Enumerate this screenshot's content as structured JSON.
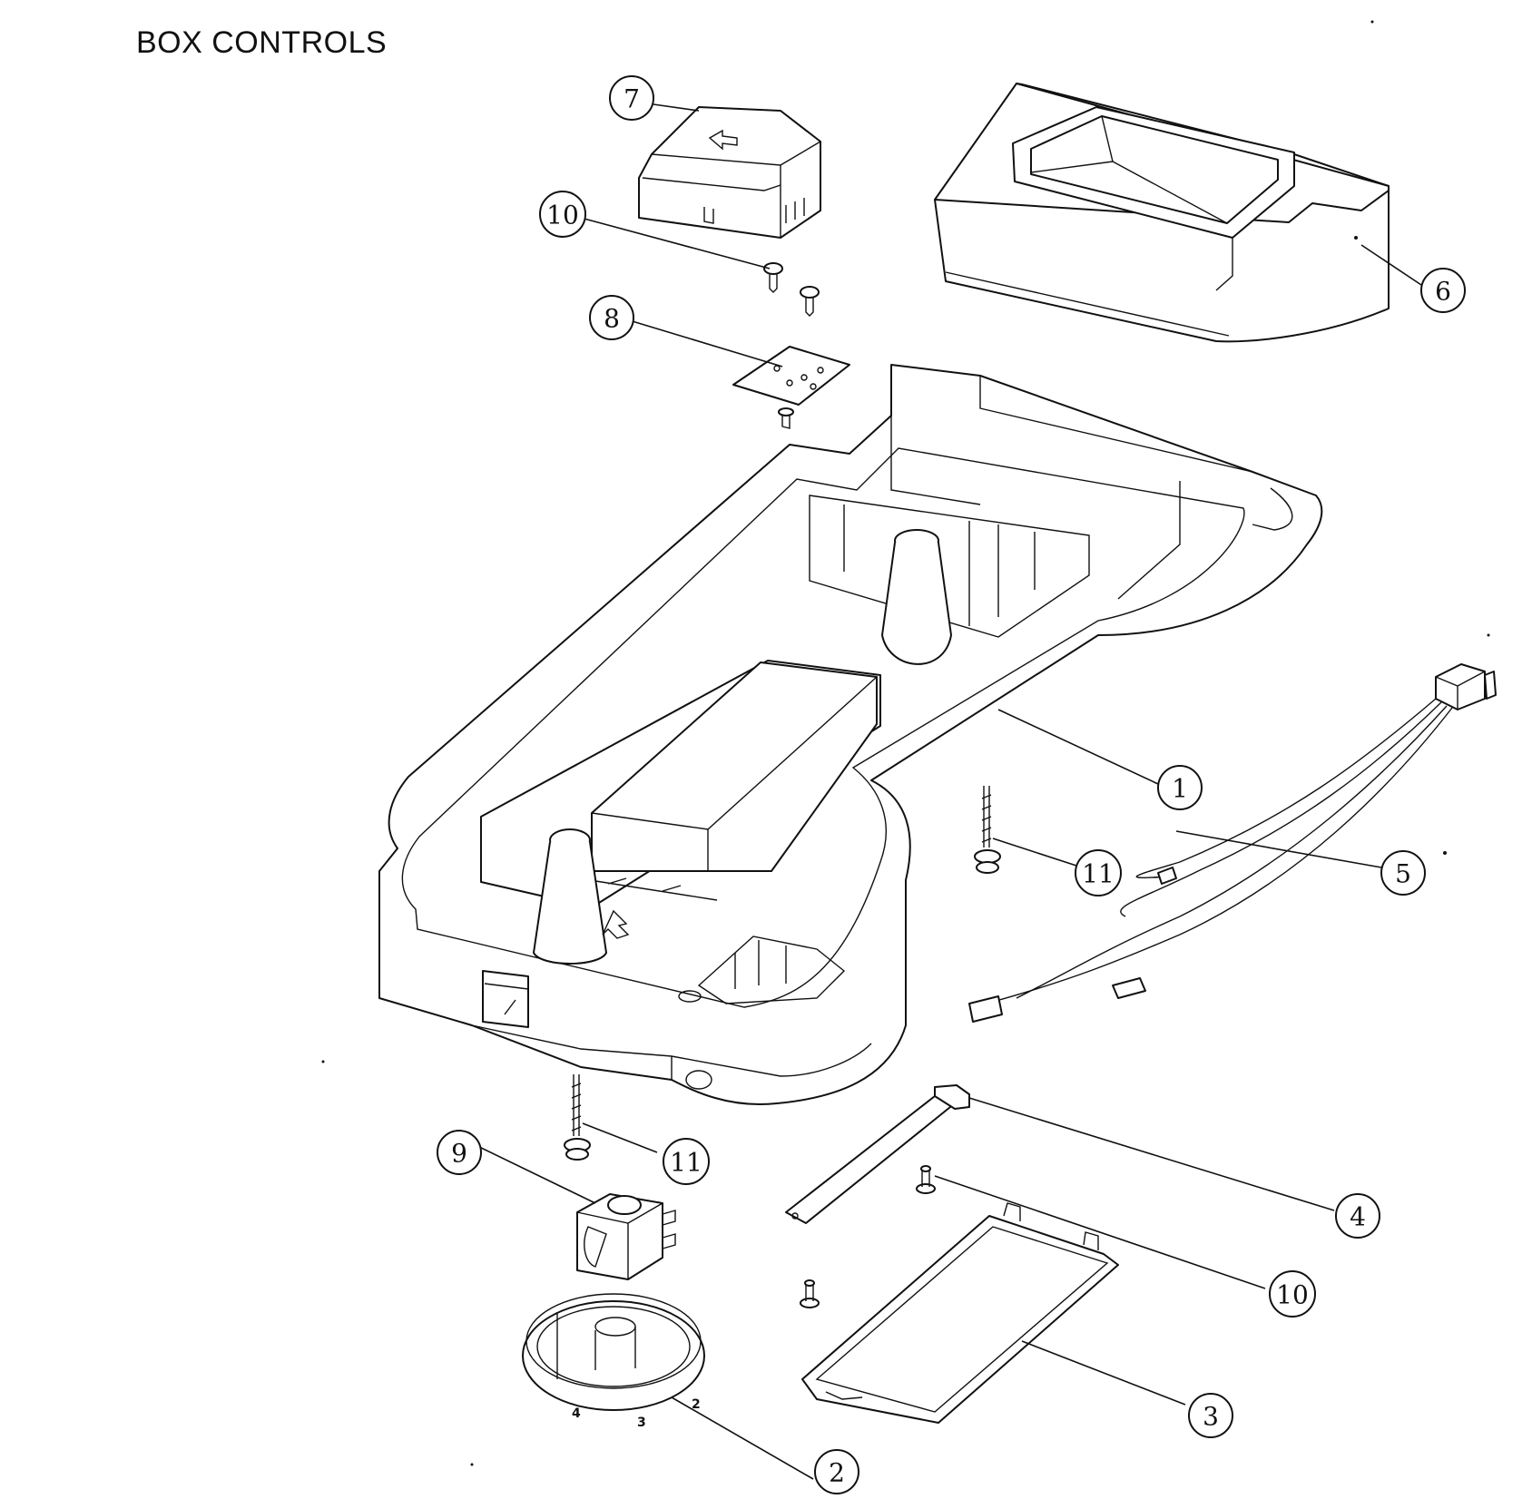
{
  "title": "BOX CONTROLS",
  "callouts": {
    "c1": "1",
    "c2": "2",
    "c3": "3",
    "c4": "4",
    "c5": "5",
    "c6": "6",
    "c7": "7",
    "c8": "8",
    "c9": "9",
    "c10a": "10",
    "c10b": "10",
    "c11a": "11",
    "c11b": "11"
  },
  "dial_marks": [
    "4",
    "3",
    "2"
  ]
}
